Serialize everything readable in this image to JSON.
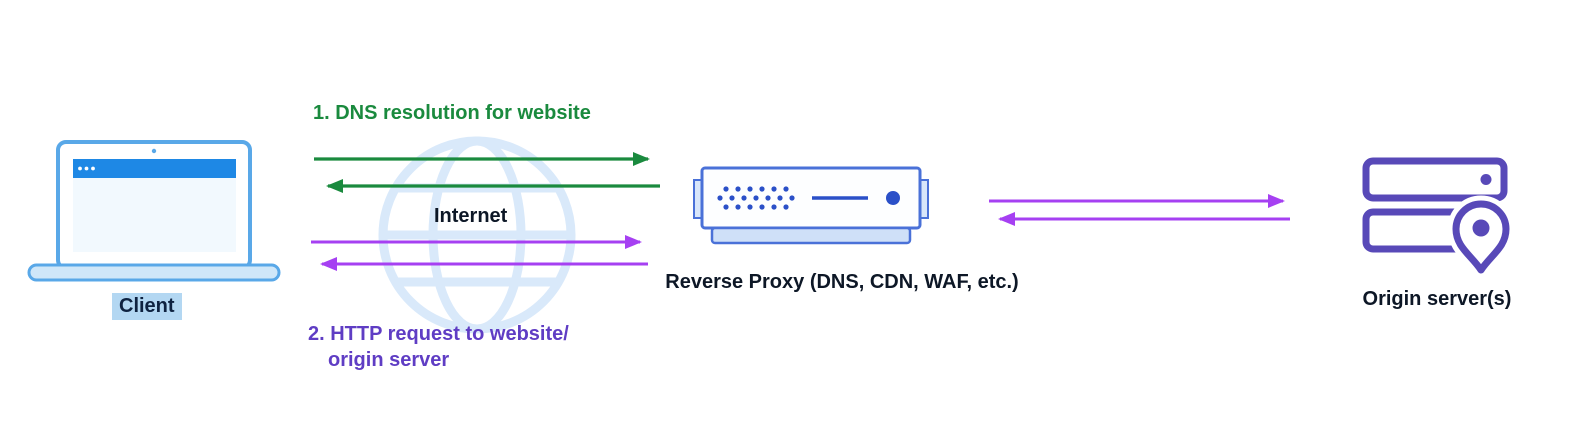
{
  "colors": {
    "green_arrow": "#1a8a3e",
    "purple_arrow": "#a640f2",
    "purple_text": "#5f3dc4",
    "laptop_blue": "#59a8e8",
    "laptop_titlebar_blue": "#1e88e5",
    "proxy_outline_blue": "#4a71d8",
    "proxy_dark_blue": "#2b50c8",
    "origin_purple": "#5849b8",
    "globe_light_blue": "#d9e9fa",
    "client_highlight_blue": "#b3d7f2",
    "label_dark": "#0d1726",
    "background": "#ffffff"
  },
  "nodes": {
    "client": {
      "label": "Client"
    },
    "internet": {
      "label": "Internet"
    },
    "reverse_proxy": {
      "label": "Reverse Proxy (DNS, CDN, WAF, etc.)"
    },
    "origin": {
      "label": "Origin server(s)"
    }
  },
  "flows": {
    "step1": {
      "label": "1. DNS resolution for website"
    },
    "step2": {
      "label_line1": "2. HTTP request to website/",
      "label_line2": "origin server"
    }
  }
}
